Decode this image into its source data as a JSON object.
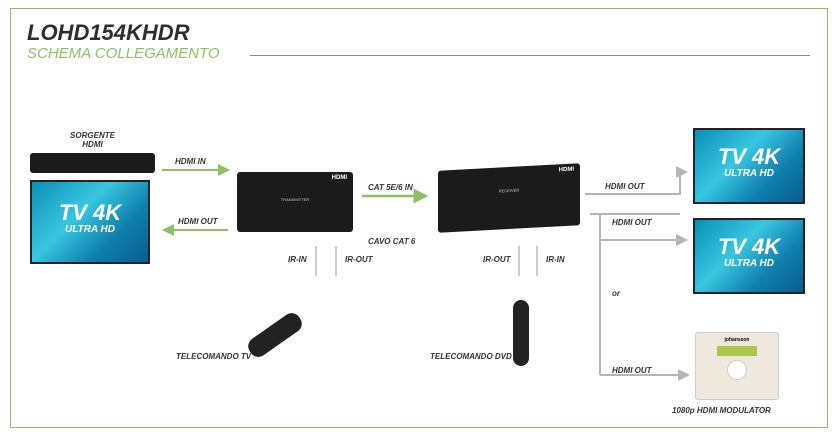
{
  "header": {
    "title": "LOHD154KHDR",
    "subtitle": "SCHEMA COLLEGAMENTO"
  },
  "labels": {
    "source": "SORGENTE HDMI",
    "hdmi_in": "HDMI IN",
    "hdmi_out_left": "HDMI OUT",
    "cat_in": "CAT 5E/6 IN",
    "cable": "CAVO CAT 6",
    "tx_ir_in": "IR-IN",
    "tx_ir_out": "IR-OUT",
    "rx_ir_out": "IR-OUT",
    "rx_ir_in": "IR-IN",
    "remote_tv": "TELECOMANDO TV",
    "remote_dvd": "TELECOMANDO DVD",
    "hdmi_out_1": "HDMI OUT",
    "hdmi_out_2": "HDMI OUT",
    "hdmi_out_3": "HDMI OUT",
    "or": "or",
    "modulator": "1080p HDMI MODULATOR"
  },
  "tv": {
    "big": "TV 4K",
    "small": "ULTRA HD"
  },
  "devices": {
    "transmitter": "TRANSMITTER",
    "receiver": "RECEIVER",
    "hdmi_logo": "HDMI",
    "brand": "johansson"
  },
  "colors": {
    "accent": "#8cc063",
    "gray_line": "#b5b5b5"
  }
}
